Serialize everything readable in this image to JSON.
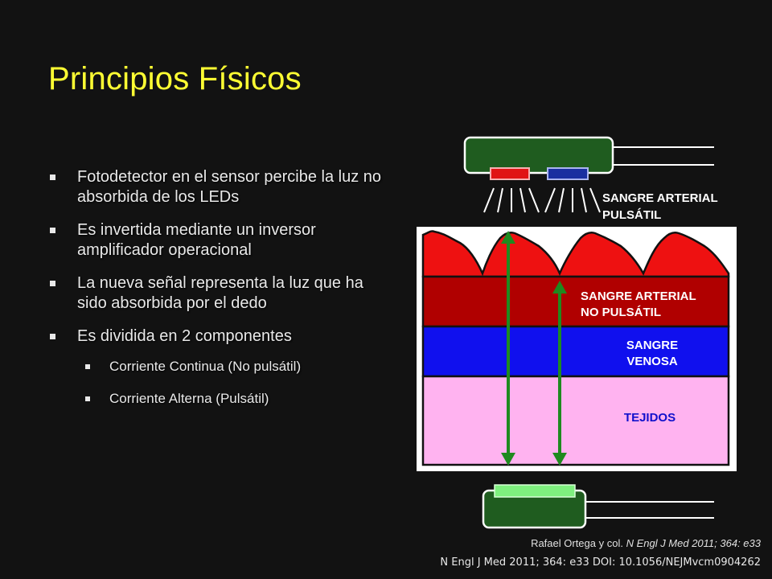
{
  "slide": {
    "title": "Principios Físicos",
    "bullets": [
      {
        "text": "Fotodetector en el sensor percibe la luz no absorbida de los LEDs"
      },
      {
        "text": "Es invertida mediante un inversor amplificador operacional"
      },
      {
        "text": "La nueva señal representa la luz que ha sido absorbida por el dedo"
      },
      {
        "text": "Es dividida en 2 componentes"
      }
    ],
    "sub_bullets": [
      {
        "text": "Corriente Continua (No pulsátil)"
      },
      {
        "text": "Corriente Alterna (Pulsátil)"
      }
    ]
  },
  "diagram": {
    "labels": {
      "arterial_pulsatile_1": "SANGRE ARTERIAL",
      "arterial_pulsatile_2": "PULSÁTIL",
      "arterial_nonpulsatile_1": "SANGRE ARTERIAL",
      "arterial_nonpulsatile_2": "NO PULSÁTIL",
      "venous_1": "SANGRE",
      "venous_2": "VENOSA",
      "tissue": "TEJIDOS"
    },
    "colors": {
      "sensor_body": "#1f5c1f",
      "led_red": "#e01414",
      "led_blue": "#1a2fa0",
      "detector": "#7ff07f",
      "pulsatile": "#ee1111",
      "arterial_nonpulsatile": "#b00000",
      "venous": "#1010ee",
      "tissue": "#ffb3f0",
      "arrow": "#1f8a1f"
    }
  },
  "citation": {
    "line1_author": "Rafael Ortega y col. ",
    "line1_journal": "N Engl J Med 2011; 364: e33",
    "line2": "N Engl J Med 2011; 364: e33  DOI: 10.1056/NEJMvcm0904262"
  }
}
